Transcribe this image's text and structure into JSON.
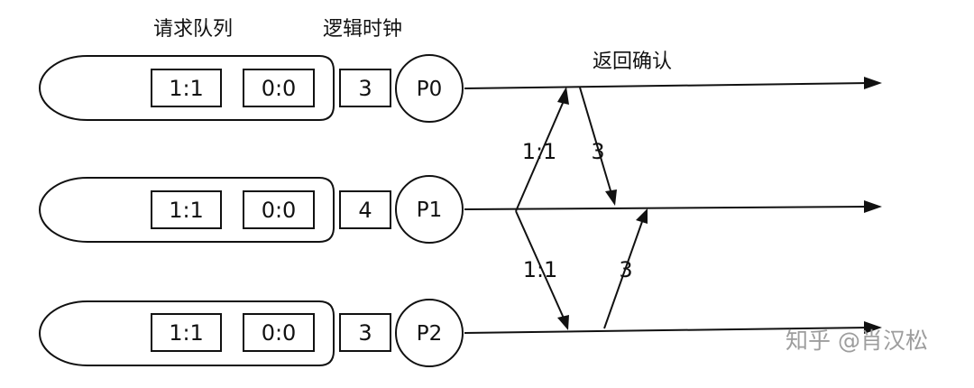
{
  "headers": {
    "queue": "请求队列",
    "clock": "逻辑时钟",
    "ack": "返回确认"
  },
  "processes": [
    {
      "name": "P0",
      "queue_entries": [
        "1:1",
        "0:0"
      ],
      "clock": "3"
    },
    {
      "name": "P1",
      "queue_entries": [
        "1:1",
        "0:0"
      ],
      "clock": "4"
    },
    {
      "name": "P2",
      "queue_entries": [
        "1:1",
        "0:0"
      ],
      "clock": "3"
    }
  ],
  "message_labels": {
    "p1_to_p0": "1:1",
    "p0_to_p1": "3",
    "p1_to_p2": "1:1",
    "p2_to_p1": "3"
  },
  "watermark": {
    "text": "知乎 @肖汉松"
  },
  "colors": {
    "ink": "#111111",
    "background": "#ffffff",
    "watermark": "#9d9d9d"
  }
}
